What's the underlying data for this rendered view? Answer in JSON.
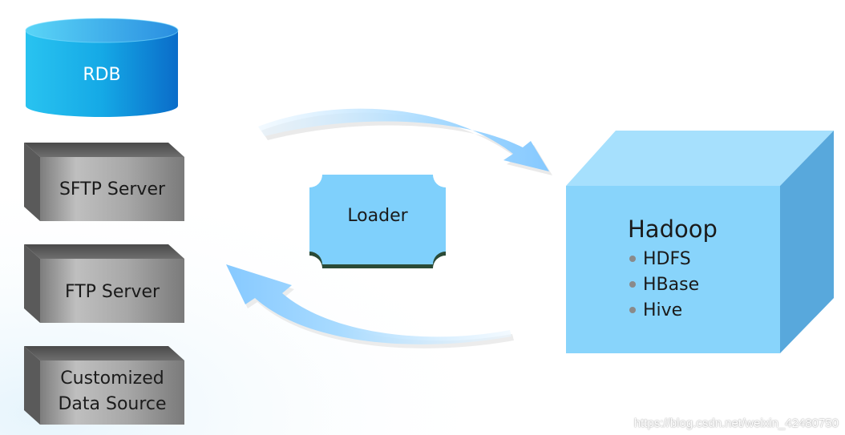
{
  "sources": {
    "rdb": "RDB",
    "sftp": "SFTP Server",
    "ftp": "FTP Server",
    "custom_line1": "Customized",
    "custom_line2": "Data Source"
  },
  "loader": "Loader",
  "hadoop": {
    "title": "Hadoop",
    "items": [
      "HDFS",
      "HBase",
      "Hive"
    ]
  },
  "watermark": "https://blog.csdn.net/weixin_42480750",
  "colors": {
    "rdb": "#1aa8e6",
    "server": "#8c8c8c",
    "loader": "#7fcfff",
    "hadoop_front": "#88d4fb",
    "arrow": "#9fd5ff"
  }
}
